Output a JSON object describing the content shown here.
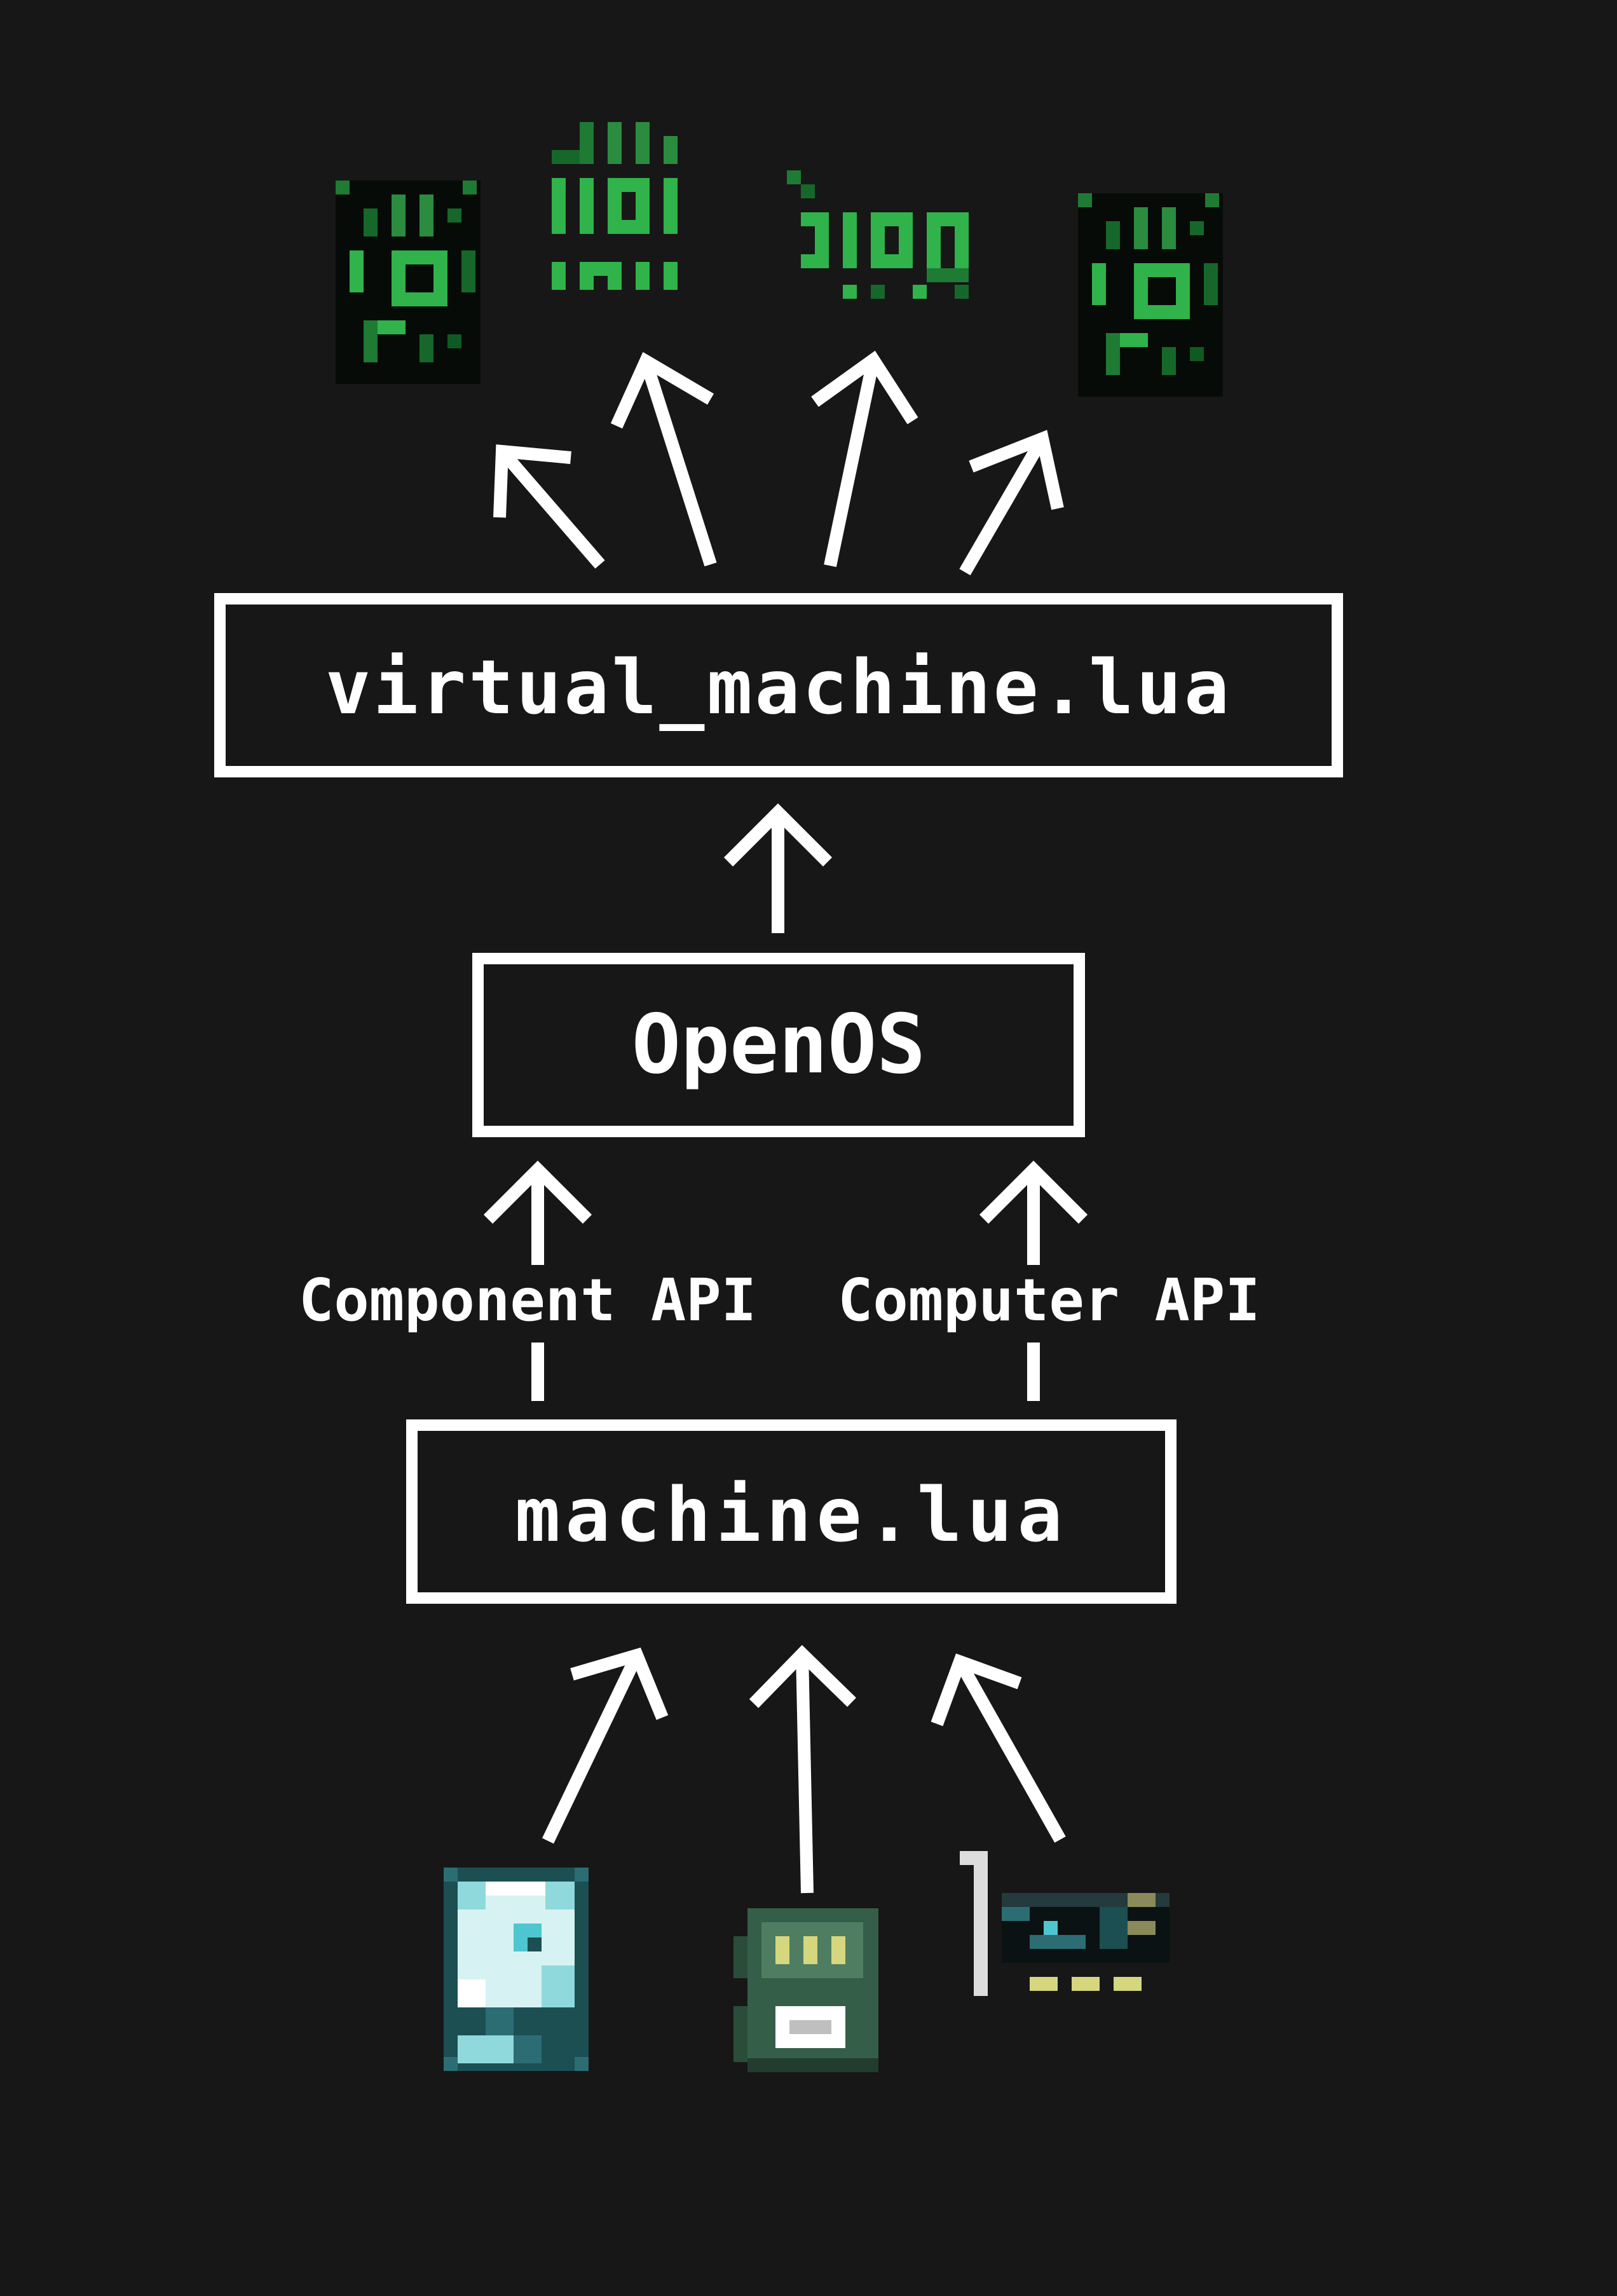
{
  "diagram": {
    "boxes": {
      "vm": {
        "label": "virtual_machine.lua"
      },
      "openos": {
        "label": "OpenOS"
      },
      "machine": {
        "label": "machine.lua"
      }
    },
    "edge_labels": {
      "component_api": "Component API",
      "computer_api": "Computer API"
    },
    "icons": {
      "top": [
        "program-icon",
        "program-icon",
        "program-icon",
        "program-icon"
      ],
      "bottom": [
        "hard-drive-icon",
        "memory-card-icon",
        "expansion-card-icon"
      ]
    }
  },
  "colors": {
    "background": "#171717",
    "line": "#ffffff",
    "program_green": "#2fb34a",
    "program_dark_green": "#0f5a22",
    "hdd_cyan": "#8fd9dc",
    "hdd_dark": "#1c4f52",
    "ram_green": "#4e7d62",
    "ram_yellow": "#d6d67e",
    "card_teal": "#2b6d73"
  }
}
